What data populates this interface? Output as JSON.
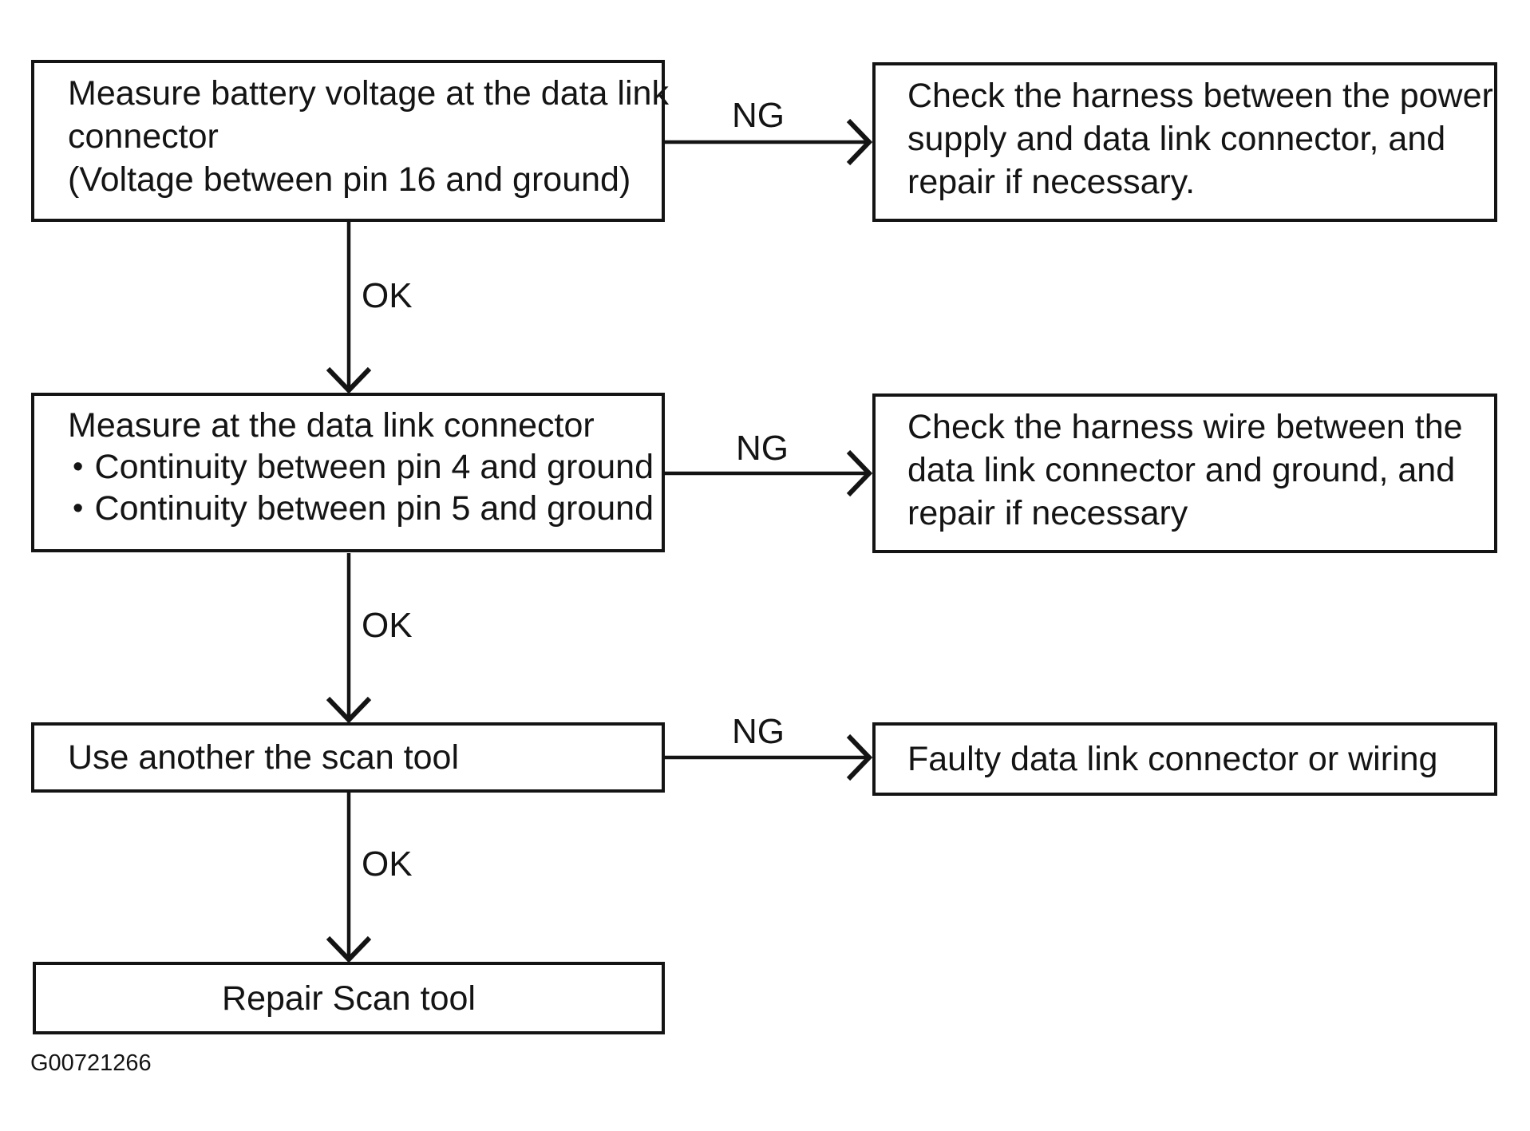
{
  "colors": {
    "ink": "#141414",
    "background": "#ffffff"
  },
  "flowchart": {
    "bullet_char": "•",
    "nodes": [
      {
        "id": "measure-battery-voltage",
        "lines": [
          "Measure battery voltage at the data link",
          "connector",
          "(Voltage between pin 16 and ground)"
        ]
      },
      {
        "id": "check-power-harness",
        "lines": [
          "Check the harness between the power",
          "supply and data link connector, and",
          "repair if necessary."
        ]
      },
      {
        "id": "measure-continuity",
        "lines": [
          "Measure at the data link connector"
        ],
        "bullets": [
          "Continuity between pin 4 and ground",
          "Continuity between pin 5 and ground"
        ]
      },
      {
        "id": "check-ground-harness",
        "lines": [
          "Check the harness wire between the",
          "data link connector and ground, and",
          "repair if necessary"
        ]
      },
      {
        "id": "use-another-scan-tool",
        "lines": [
          "Use another the scan tool"
        ]
      },
      {
        "id": "faulty-connector",
        "lines": [
          "Faulty data link connector or wiring"
        ]
      },
      {
        "id": "repair-scan-tool",
        "lines": [
          "Repair Scan tool"
        ]
      }
    ],
    "edges": [
      {
        "from": "measure-battery-voltage",
        "to": "check-power-harness",
        "label": "NG"
      },
      {
        "from": "measure-battery-voltage",
        "to": "measure-continuity",
        "label": "OK"
      },
      {
        "from": "measure-continuity",
        "to": "check-ground-harness",
        "label": "NG"
      },
      {
        "from": "measure-continuity",
        "to": "use-another-scan-tool",
        "label": "OK"
      },
      {
        "from": "use-another-scan-tool",
        "to": "faulty-connector",
        "label": "NG"
      },
      {
        "from": "use-another-scan-tool",
        "to": "repair-scan-tool",
        "label": "OK"
      }
    ]
  },
  "figure_id": "G00721266"
}
